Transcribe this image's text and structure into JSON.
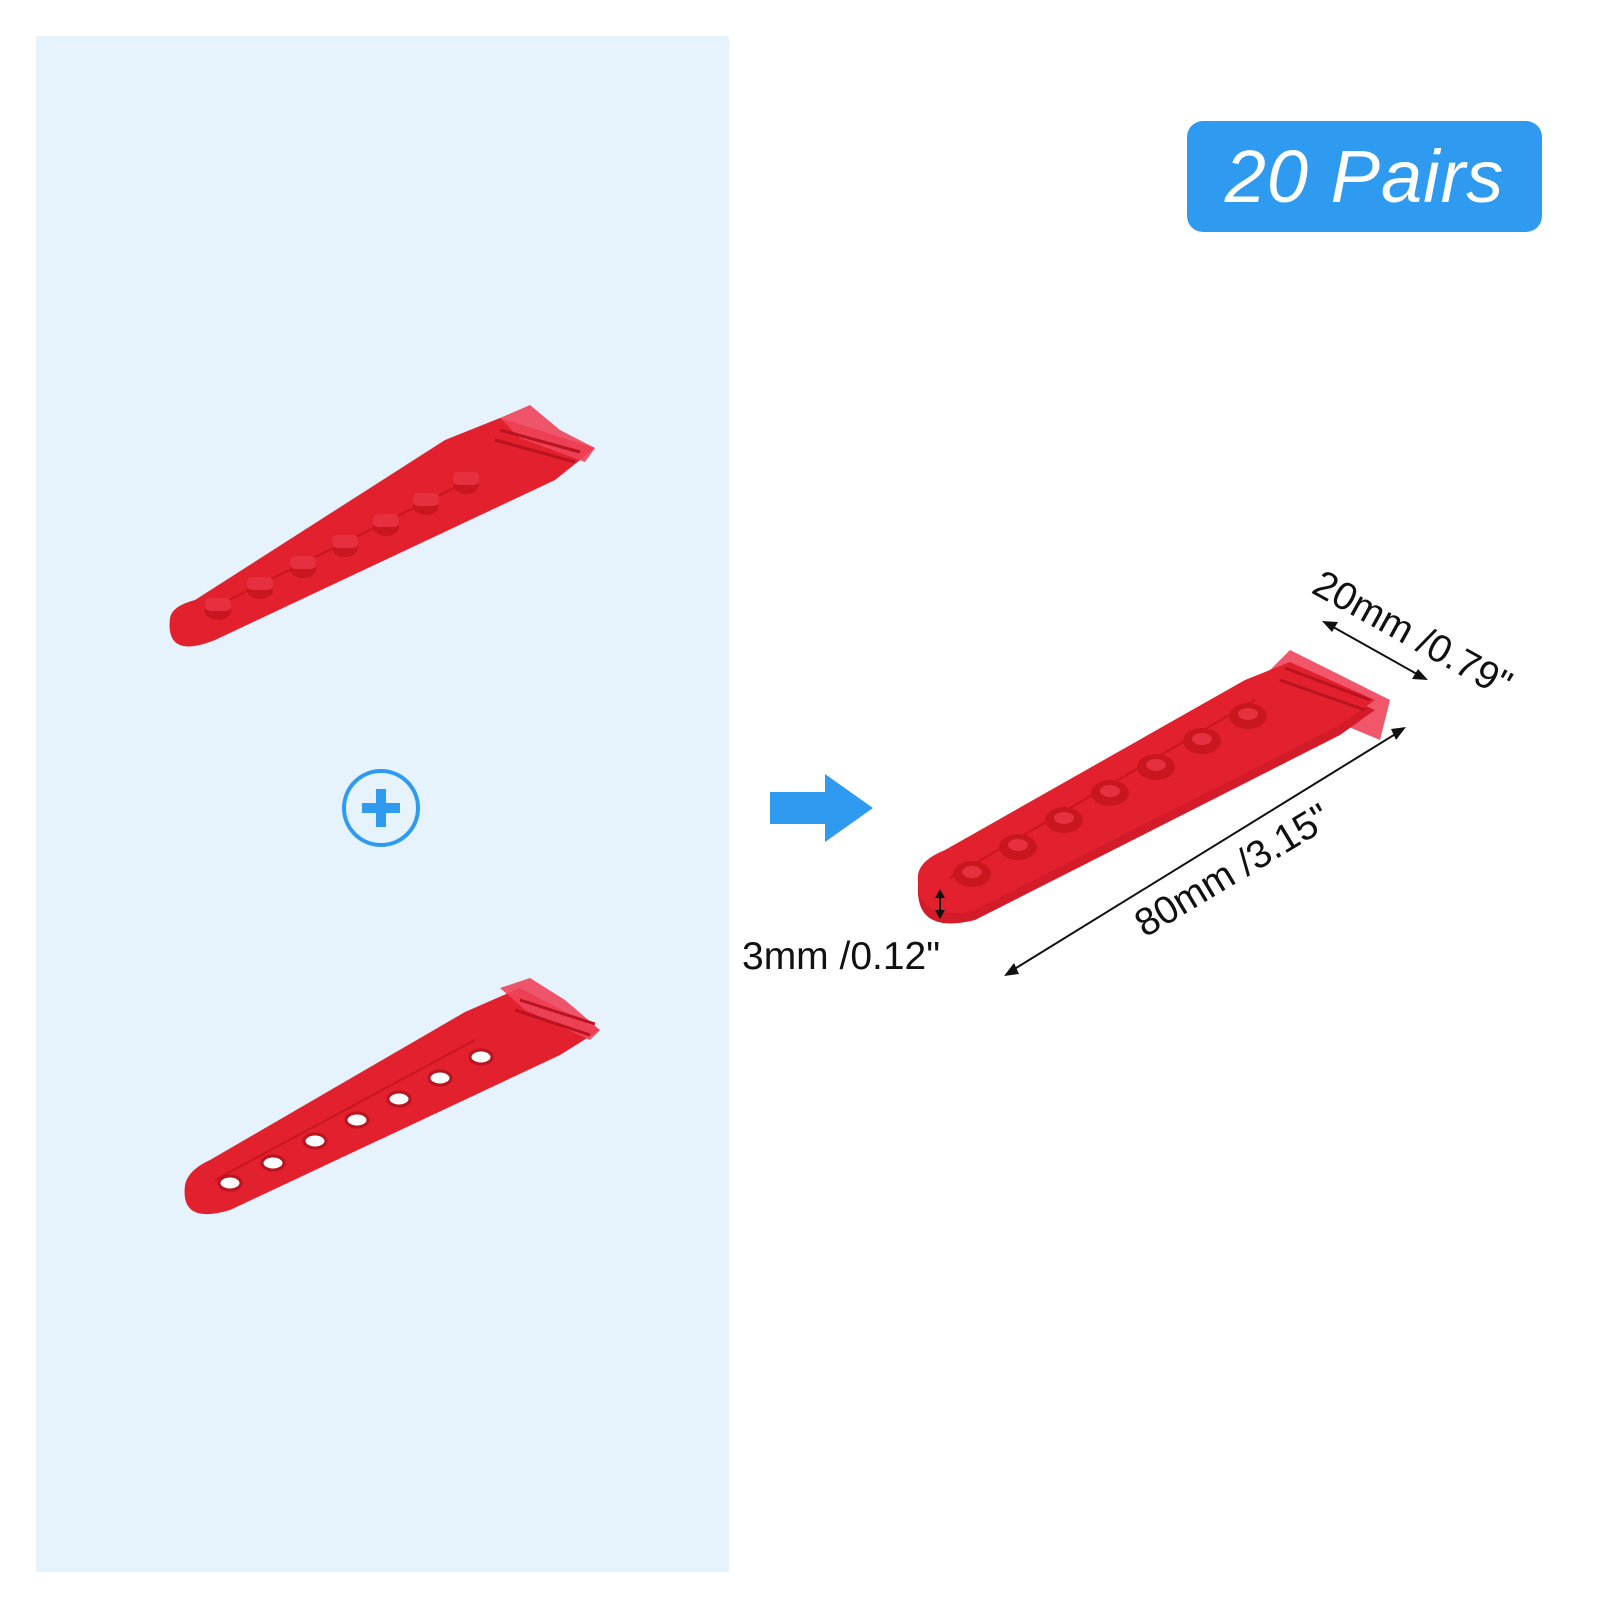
{
  "badge": {
    "label": "20 Pairs"
  },
  "dimensions": {
    "width": "20mm /0.79\"",
    "length": "80mm /3.15\"",
    "thickness": "3mm /0.12\""
  },
  "icons": {
    "plus": "plus-circle-icon",
    "arrow": "arrow-right-icon"
  },
  "colors": {
    "panel_background": "#e6f3fc",
    "accent_blue": "#2f9bf0",
    "strap_red": "#e2202e"
  }
}
